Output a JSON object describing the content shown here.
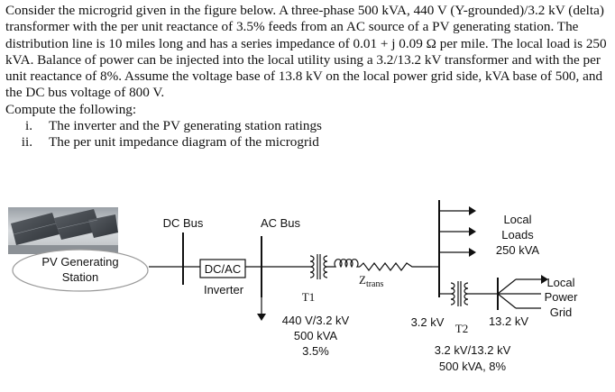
{
  "problem": {
    "paragraph": "Consider the microgrid given in the figure below. A three-phase 500 kVA, 440 V (Y-grounded)/3.2 kV (delta) transformer with the per unit reactance of 3.5% feeds from an AC source of a PV generating station. The distribution line is 10 miles long and has a series impedance of 0.01 + j 0.09 Ω per mile. The local load is 250 kVA. Balance of power can be injected into the local utility using a 3.2/13.2 kV transformer and with the per unit reactance of 8%. Assume the voltage base of 13.8 kV on the local power grid side, kVA base of 500, and the DC bus voltage of 800 V.",
    "compute_intro": "Compute the following:",
    "questions": [
      {
        "num": "i.",
        "text": "The inverter and the PV generating station ratings"
      },
      {
        "num": "ii.",
        "text": "The per unit impedance diagram of the microgrid"
      }
    ]
  },
  "diagram": {
    "pv_station_line1": "PV Generating",
    "pv_station_line2": "Station",
    "dc_bus": "DC Bus",
    "ac_bus": "AC Bus",
    "inverter_box": "DC/AC",
    "inverter_label": "Inverter",
    "z_trans": "Z",
    "z_trans_sub": "trans",
    "t1": "T1",
    "t1_voltage": "440 V/3.2 kV",
    "t1_rating": "500 kVA",
    "t1_reactance": "3.5%",
    "local_loads_1": "Local",
    "local_loads_2": "Loads",
    "local_loads_3": "250 kVA",
    "v_32": "3.2 kV",
    "t2": "T2",
    "v_132": "13.2 kV",
    "t2_voltage": "3.2 kV/13.2 kV",
    "t2_rating": "500 kVA, 8%",
    "grid_1": "Local",
    "grid_2": "Power",
    "grid_3": "Grid"
  }
}
